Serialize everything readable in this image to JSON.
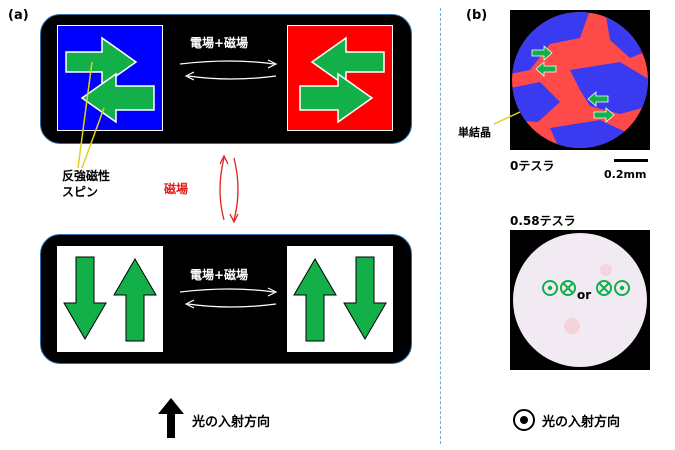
{
  "panel_a": {
    "label": "(a)",
    "top_field_label": "電場+磁場",
    "bottom_field_label": "電場+磁場",
    "spin_label_line1": "反強磁性",
    "spin_label_line2": "スピン",
    "mag_field_label": "磁場",
    "light_direction_label": "光の入射方向"
  },
  "panel_b": {
    "label": "(b)",
    "single_crystal_label": "単結晶",
    "field_0_label": "0テスラ",
    "scale_label": "0.2mm",
    "field_058_label": "0.58テスラ",
    "or_label": "or",
    "light_direction_label": "光の入射方向"
  },
  "colors": {
    "blue": "#0000ff",
    "red": "#ff0000",
    "green": "#13b04a",
    "box": "#000000",
    "divider": "#6aaedf",
    "red_arrow": "#e02020"
  }
}
